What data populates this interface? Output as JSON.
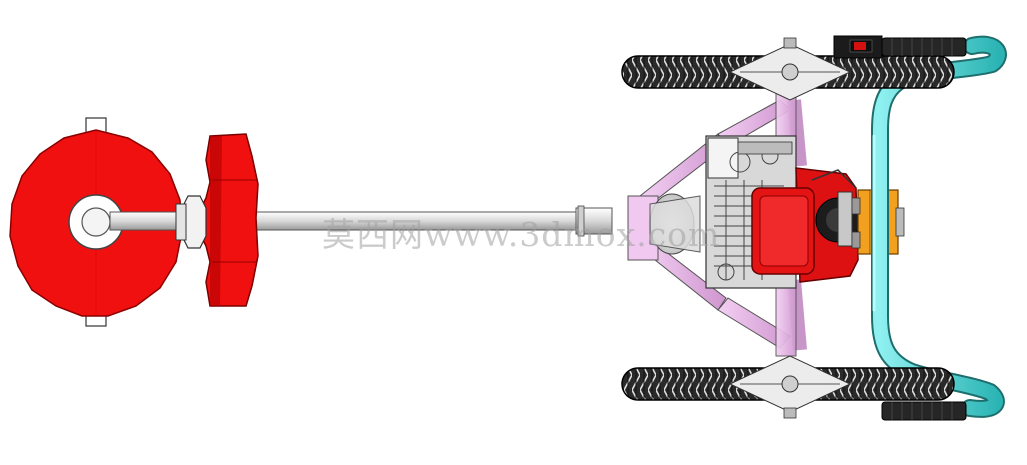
{
  "diagram": {
    "watermark": "莫西网www.3dmox.com",
    "colors": {
      "blade": "#f01010",
      "blade_dark": "#b00000",
      "shaft": "#e8e8e8",
      "frame": "#e8b8e8",
      "handle": "#59d8d8",
      "engine_red": "#dd1111",
      "clamp": "#f2a020",
      "tire": "#222222"
    },
    "icons": [
      "cutter-disc",
      "bearing-hub",
      "engine-block",
      "pneumatic-tire",
      "handlebar-grip",
      "throttle-switch"
    ]
  }
}
